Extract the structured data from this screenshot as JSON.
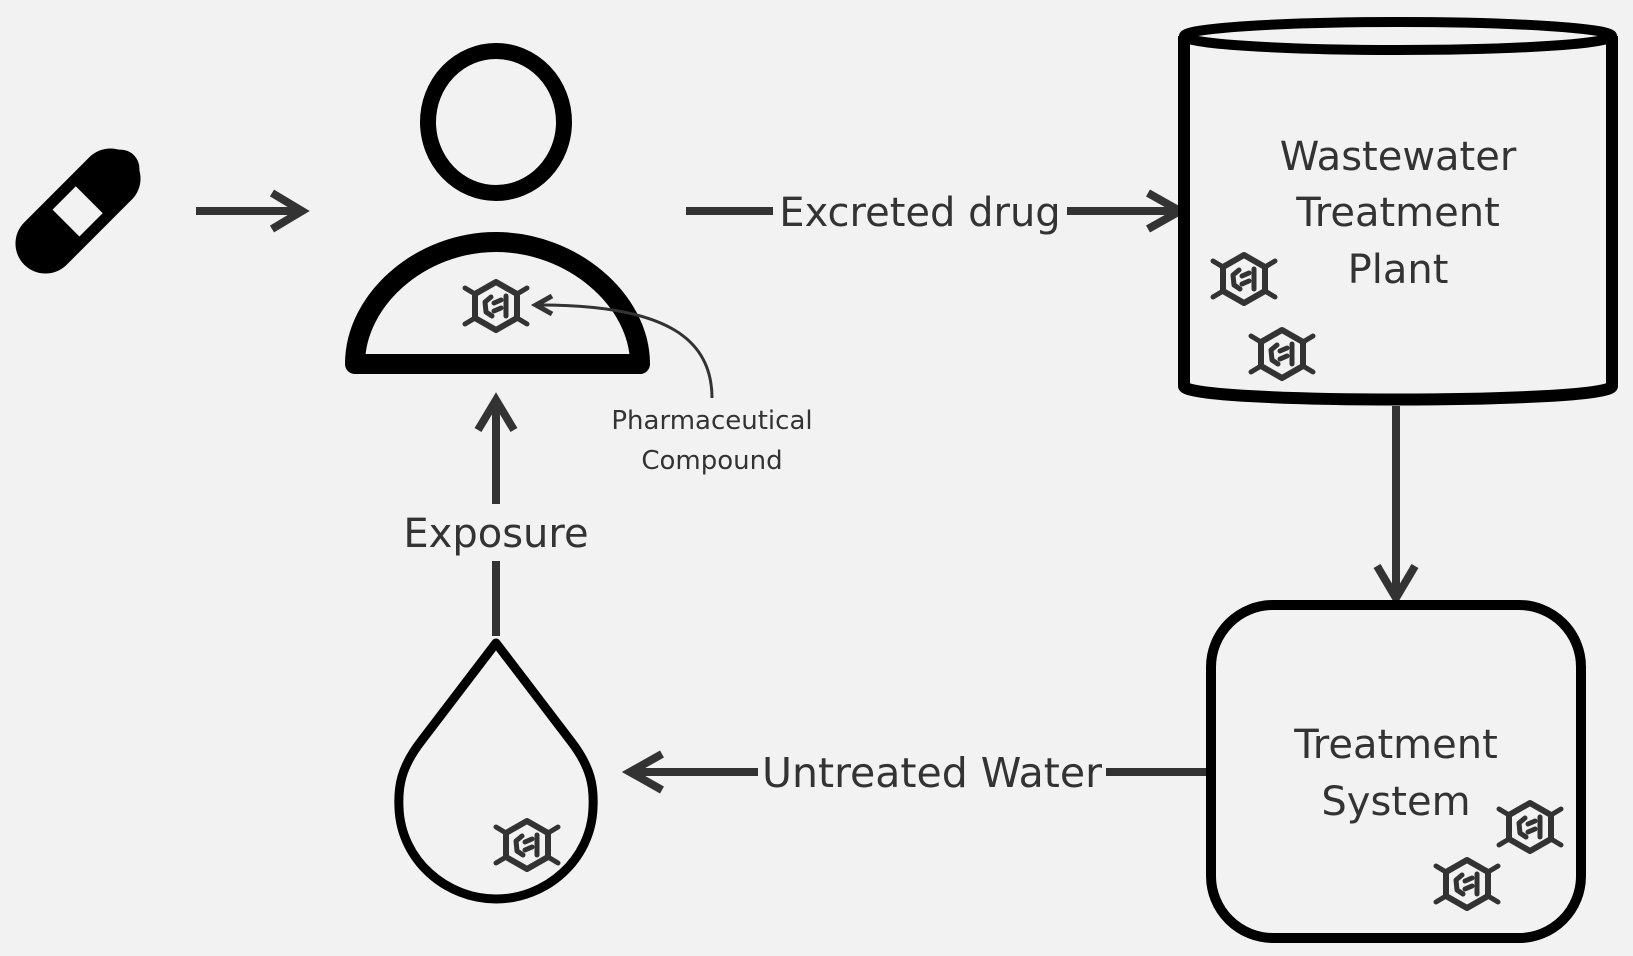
{
  "labels": {
    "excreted_drug": "Excreted drug",
    "wwtp_line1": "Wastewater",
    "wwtp_line2": "Treatment",
    "wwtp_line3": "Plant",
    "compound_line1": "Pharmaceutical",
    "compound_line2": "Compound",
    "exposure": "Exposure",
    "untreated_water": "Untreated Water",
    "treatment_line1": "Treatment",
    "treatment_line2": "System"
  },
  "icons": {
    "pill": "pill-capsule-icon",
    "person": "person-icon",
    "molecule": "hexagon-molecule-icon",
    "drop": "water-drop-icon",
    "tank": "cylinder-tank-icon"
  },
  "colors": {
    "background": "#f2f2f2",
    "stroke": "#000000",
    "arrow": "#333333",
    "text": "#333333"
  }
}
